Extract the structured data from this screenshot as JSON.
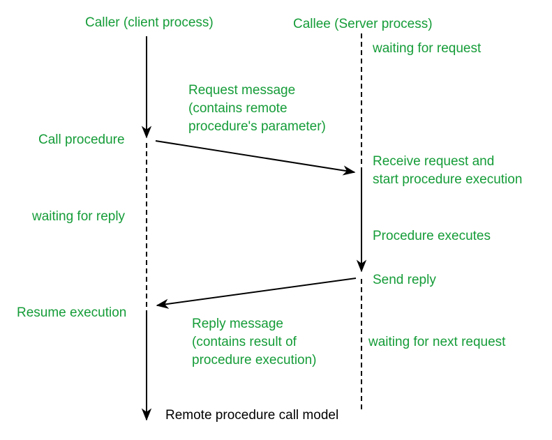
{
  "diagram": {
    "caption": "Remote procedure call model",
    "colors": {
      "label_green": "#159C38",
      "line_black": "#000000"
    },
    "caller": {
      "heading": "Caller (client process)",
      "call_procedure": "Call procedure",
      "waiting_for_reply": "waiting for reply",
      "resume_execution": "Resume execution"
    },
    "callee": {
      "heading": "Callee (Server process)",
      "waiting_for_request": "waiting for request",
      "receive_request": "Receive request and\nstart procedure execution",
      "procedure_executes": "Procedure executes",
      "send_reply": "Send reply",
      "waiting_for_next_request": "waiting for next request"
    },
    "request_message": "Request message\n(contains remote\nprocedure's parameter)",
    "reply_message": "Reply message\n(contains result of\nprocedure execution)"
  }
}
